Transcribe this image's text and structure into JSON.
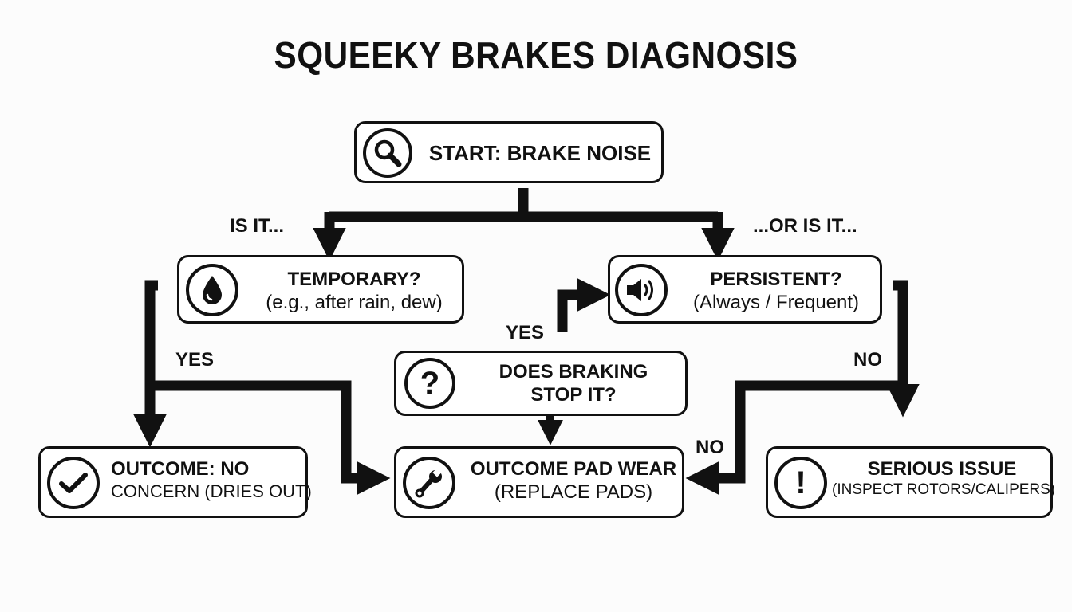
{
  "title": "SQUEEKY BRAKES DIAGNOSIS",
  "nodes": {
    "start": {
      "text": "START: BRAKE NOISE",
      "icon": "magnifier-icon"
    },
    "temporary": {
      "line1": "TEMPORARY?",
      "line2": "(e.g., after rain, dew)",
      "icon": "water-drop-icon"
    },
    "persistent": {
      "line1": "PERSISTENT?",
      "line2": "(Always / Frequent)",
      "icon": "speaker-icon"
    },
    "question": {
      "line1": "DOES BRAKING",
      "line2": "STOP IT?",
      "icon": "question-icon",
      "glyph": "?"
    },
    "no_concern": {
      "line1": "OUTCOME: NO",
      "line2": "CONCERN (DRIES OUT)",
      "icon": "checkmark-icon"
    },
    "pad_wear": {
      "line1": "OUTCOME PAD WEAR",
      "line2": "(REPLACE PADS)",
      "icon": "wrench-icon"
    },
    "serious": {
      "line1": "SERIOUS ISSUE",
      "line2": "(INSPECT ROTORS/CALIPERS)",
      "icon": "exclamation-icon",
      "glyph": "!"
    }
  },
  "labels": {
    "is_it": "IS IT...",
    "or_is_it": "...OR IS IT...",
    "yes_left": "YES",
    "yes_mid": "YES",
    "no_right": "NO",
    "no_mid": "NO"
  }
}
